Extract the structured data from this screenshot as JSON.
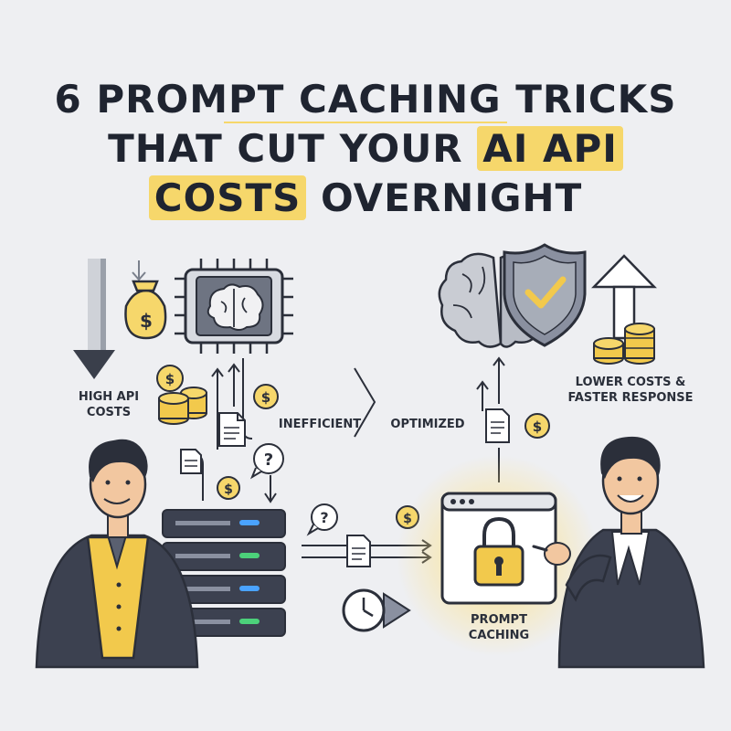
{
  "title": {
    "line1": "6 PROMPT CACHING TRICKS",
    "line2_main": "THAT CUT YOUR ",
    "line2_highlight": "AI API",
    "line3_highlight": "COSTS",
    "line3_main": " OVERNIGHT"
  },
  "labels": {
    "high_api_costs_1": "HIGH API",
    "high_api_costs_2": "COSTS",
    "inefficient": "INEFFICIENT",
    "optimized": "OPTIMIZED",
    "lower_costs_1": "LOWER COSTS &",
    "lower_costs_2": "FASTER RESPONSE",
    "prompt_caching_1": "PROMPT",
    "prompt_caching_2": "CACHING"
  },
  "symbols": {
    "dollar": "$",
    "question": "?"
  },
  "colors": {
    "accent_yellow": "#f6d76b",
    "coin_gold": "#f2c94c",
    "outline": "#2b2f3a",
    "background": "#eeeff2",
    "server_dark": "#3c4150",
    "led_green": "#4cd17a",
    "led_blue": "#4aa3ff"
  }
}
